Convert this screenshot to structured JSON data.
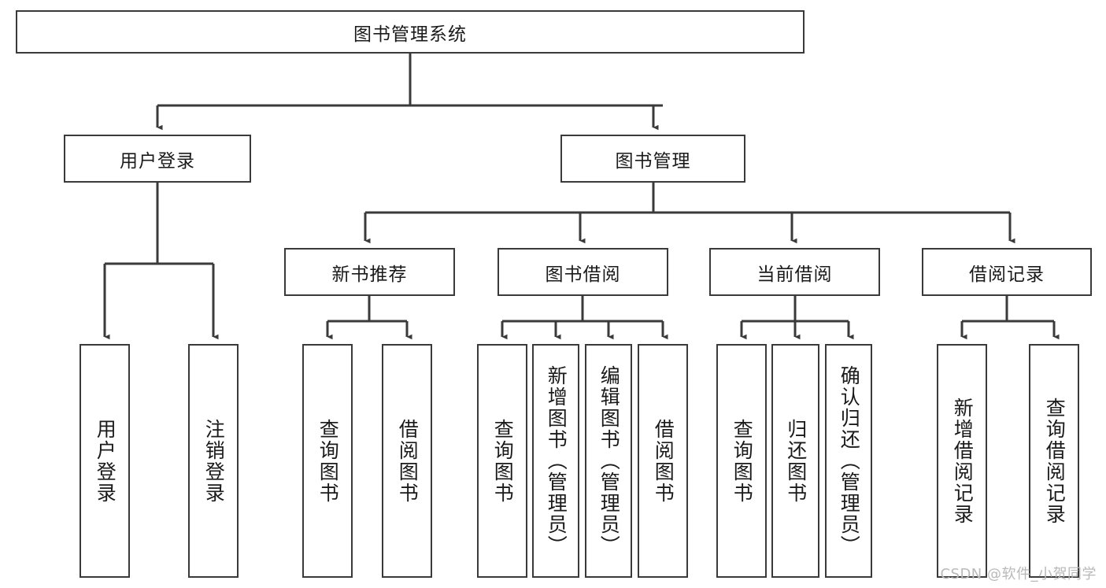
{
  "diagram": {
    "title": "图书管理系统",
    "type": "tree-hierarchy-diagram",
    "colors": {
      "box_border": "#3a3a3a",
      "box_fill": "#ffffff",
      "line": "#3a3a3a",
      "text": "#1a1a1a",
      "watermark": "#b9b9b9"
    },
    "root": {
      "label": "图书管理系统"
    },
    "level2": [
      {
        "label": "用户登录"
      },
      {
        "label": "图书管理"
      }
    ],
    "level3": [
      {
        "label": "新书推荐"
      },
      {
        "label": "图书借阅"
      },
      {
        "label": "当前借阅"
      },
      {
        "label": "借阅记录"
      }
    ],
    "leaves": {
      "user_login": [
        {
          "label": "用户登录"
        },
        {
          "label": "注销登录"
        }
      ],
      "new_book_recommend": [
        {
          "label": "查询图书"
        },
        {
          "label": "借阅图书"
        }
      ],
      "book_borrow": [
        {
          "label": "查询图书"
        },
        {
          "label": "新增图书（管理员）"
        },
        {
          "label": "编辑图书（管理员）"
        },
        {
          "label": "借阅图书"
        }
      ],
      "current_borrow": [
        {
          "label": "查询图书"
        },
        {
          "label": "归还图书"
        },
        {
          "label": "确认归还（管理员）"
        }
      ],
      "borrow_record": [
        {
          "label": "新增借阅记录"
        },
        {
          "label": "查询借阅记录"
        }
      ]
    }
  },
  "watermark": {
    "text": "CSDN @软件_小贺同学"
  }
}
